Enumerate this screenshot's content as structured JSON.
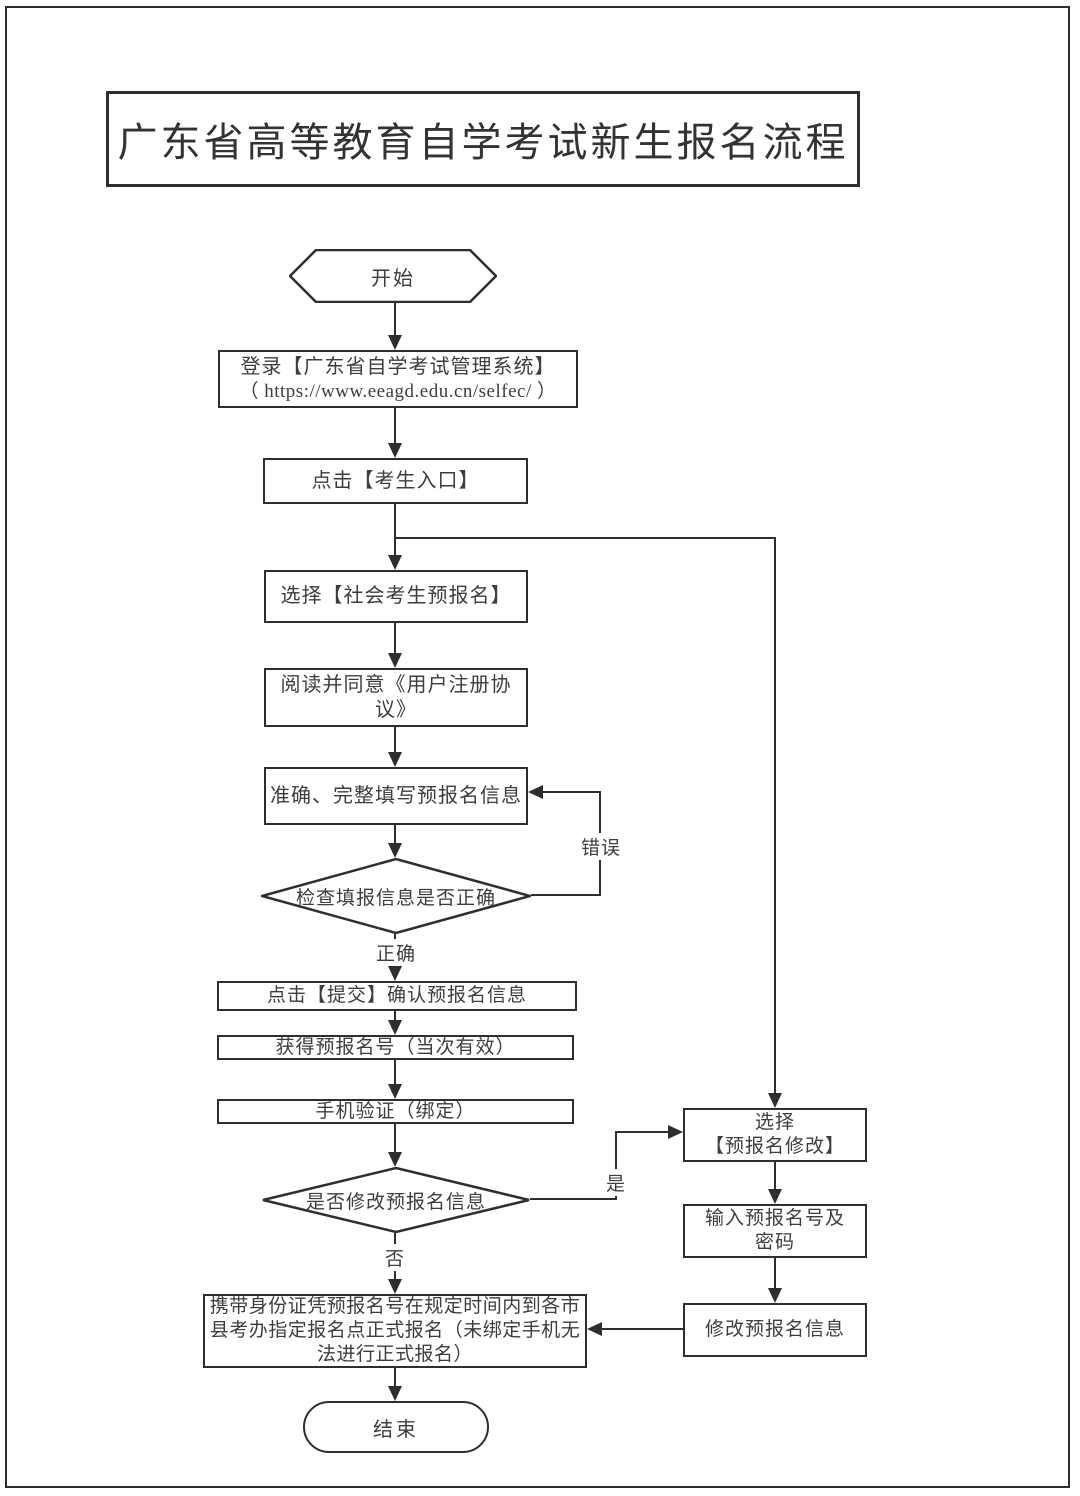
{
  "title": "广东省高等教育自学考试新生报名流程",
  "nodes": {
    "start": "开始",
    "login_line1": "登录【广东省自学考试管理系统】",
    "login_line2": "（ https://www.eeagd.edu.cn/selfec/ ）",
    "click_entry": "点击【考生入口】",
    "choose_social_preregistration": "选择【社会考生预报名】",
    "read_agreement": "阅读并同意《用户注册协议》",
    "fill_info": "准确、完整填写预报名信息",
    "check_info": "检查填报信息是否正确",
    "submit_confirm": "点击【提交】确认预报名信息",
    "get_number": "获得预报名号（当次有效）",
    "phone_verify": "手机验证（绑定）",
    "modify_decision": "是否修改预报名信息",
    "formal_registration": "携带身份证凭预报名号在规定时间内到各市县考办指定报名点正式报名（未绑定手机无法进行正式报名）",
    "end": "结束",
    "choose_modify_line1": "选择",
    "choose_modify_line2": "【预报名修改】",
    "input_number_line1": "输入预报名号及",
    "input_number_line2": "密码",
    "modify_info": "修改预报名信息"
  },
  "edge_labels": {
    "error": "错误",
    "correct": "正确",
    "yes": "是",
    "no": "否"
  },
  "colors": {
    "line": "#2e2e2e",
    "text": "#3d3d3d",
    "background": "#ffffff"
  }
}
